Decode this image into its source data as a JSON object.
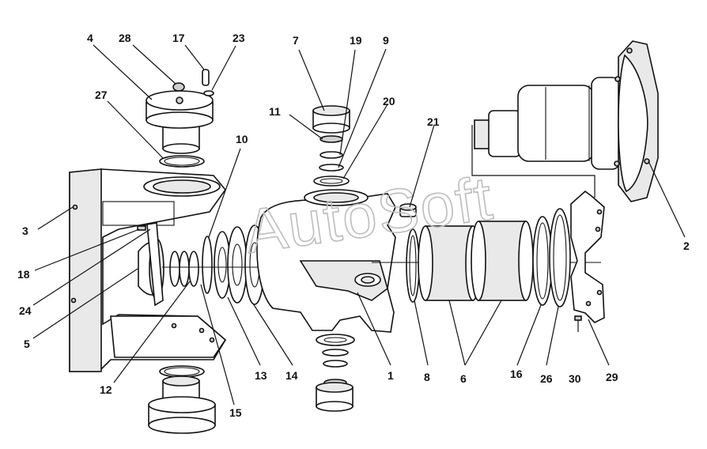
{
  "watermark": "AutoSoft",
  "part_callouts": [
    {
      "id": "c1",
      "label": "1"
    },
    {
      "id": "c2",
      "label": "2"
    },
    {
      "id": "c3",
      "label": "3"
    },
    {
      "id": "c4",
      "label": "4"
    },
    {
      "id": "c5",
      "label": "5"
    },
    {
      "id": "c6",
      "label": "6"
    },
    {
      "id": "c7",
      "label": "7"
    },
    {
      "id": "c8",
      "label": "8"
    },
    {
      "id": "c9",
      "label": "9"
    },
    {
      "id": "c10",
      "label": "10"
    },
    {
      "id": "c11",
      "label": "11"
    },
    {
      "id": "c12",
      "label": "12"
    },
    {
      "id": "c13",
      "label": "13"
    },
    {
      "id": "c14",
      "label": "14"
    },
    {
      "id": "c15",
      "label": "15"
    },
    {
      "id": "c16",
      "label": "16"
    },
    {
      "id": "c17",
      "label": "17"
    },
    {
      "id": "c18",
      "label": "18"
    },
    {
      "id": "c19",
      "label": "19"
    },
    {
      "id": "c20",
      "label": "20"
    },
    {
      "id": "c21",
      "label": "21"
    },
    {
      "id": "c23",
      "label": "23"
    },
    {
      "id": "c24",
      "label": "24"
    },
    {
      "id": "c26",
      "label": "26"
    },
    {
      "id": "c27",
      "label": "27"
    },
    {
      "id": "c28",
      "label": "28"
    },
    {
      "id": "c29",
      "label": "29"
    },
    {
      "id": "c30",
      "label": "30"
    }
  ]
}
